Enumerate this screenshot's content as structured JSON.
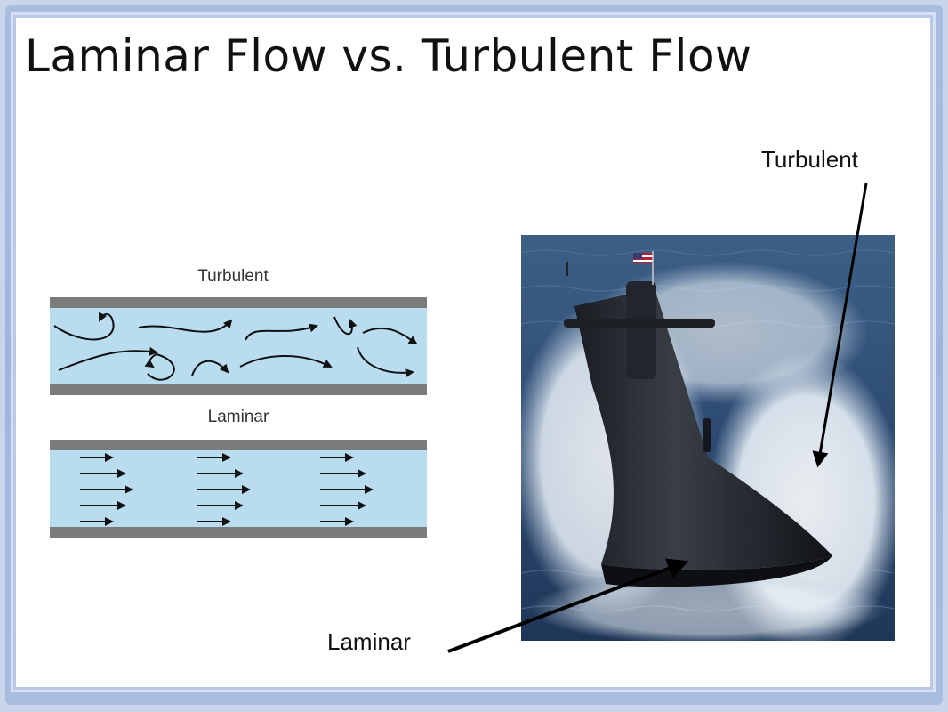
{
  "slide": {
    "title": "Laminar Flow vs. Turbulent Flow",
    "photo_labels": {
      "turbulent": "Turbulent",
      "laminar": "Laminar"
    }
  },
  "diagram": {
    "turbulent_label": "Turbulent",
    "laminar_label": "Laminar"
  },
  "photo": {
    "subject": "submarine surfacing at sea with American flag"
  },
  "colors": {
    "pipe_fluid": "#b9dcef",
    "pipe_wall": "#7b7b7b",
    "frame": "#9fb5dc"
  }
}
